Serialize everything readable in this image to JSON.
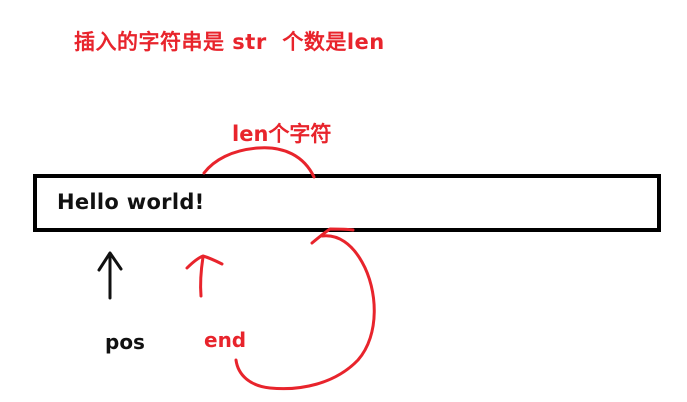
{
  "heading": "插入的字符串是 str  个数是len",
  "len_label": "len个字符",
  "string_value": "Hello world!",
  "pos_label": "pos",
  "end_label": "end",
  "colors": {
    "annotation_red": "#e8242c",
    "ink_black": "#111111",
    "box_border": "#000000"
  }
}
